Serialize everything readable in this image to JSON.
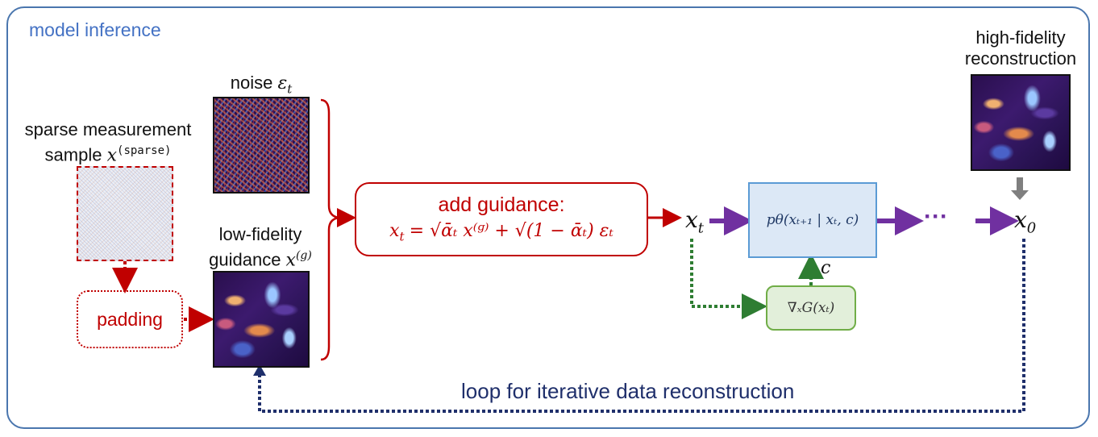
{
  "panel": {
    "title": "model inference"
  },
  "inputs": {
    "sparse_label_line1": "sparse measurement",
    "sparse_label_line2": "sample ",
    "sparse_symbol": "x",
    "sparse_superscript": "(sparse)",
    "padding_label": "padding",
    "noise_label": "noise ",
    "noise_symbol": "ε",
    "noise_subscript": "t",
    "lowfi_label_line1": "low-fidelity",
    "lowfi_label_line2": "guidance ",
    "lowfi_symbol": "x",
    "lowfi_superscript": "(g)"
  },
  "guidance": {
    "title": "add guidance:",
    "equation_lhs": "x",
    "equation_lhs_sub": "t",
    "equation_rhs": "= √ᾱₜ x⁽ᵍ⁾ + √(1 − ᾱₜ) εₜ"
  },
  "xt": {
    "symbol": "x",
    "subscript": "t"
  },
  "model": {
    "expression": "pθ(xₜ₊₁ | xₜ, c)"
  },
  "gradient": {
    "expression": "∇ₓG(xₜ)",
    "condition_label": "c"
  },
  "chain": {
    "ellipsis": "···"
  },
  "output": {
    "x0_symbol": "x",
    "x0_subscript": "0",
    "label_line1": "high-fidelity",
    "label_line2": "reconstruction"
  },
  "loop": {
    "label": "loop for iterative data reconstruction"
  },
  "colors": {
    "frame": "#4a76ae",
    "guidance_red": "#c00000",
    "forward_purple": "#7030a0",
    "gradient_green": "#2e7d32",
    "loop_navy": "#1f2f6b",
    "output_gray": "#7f7f7f"
  }
}
